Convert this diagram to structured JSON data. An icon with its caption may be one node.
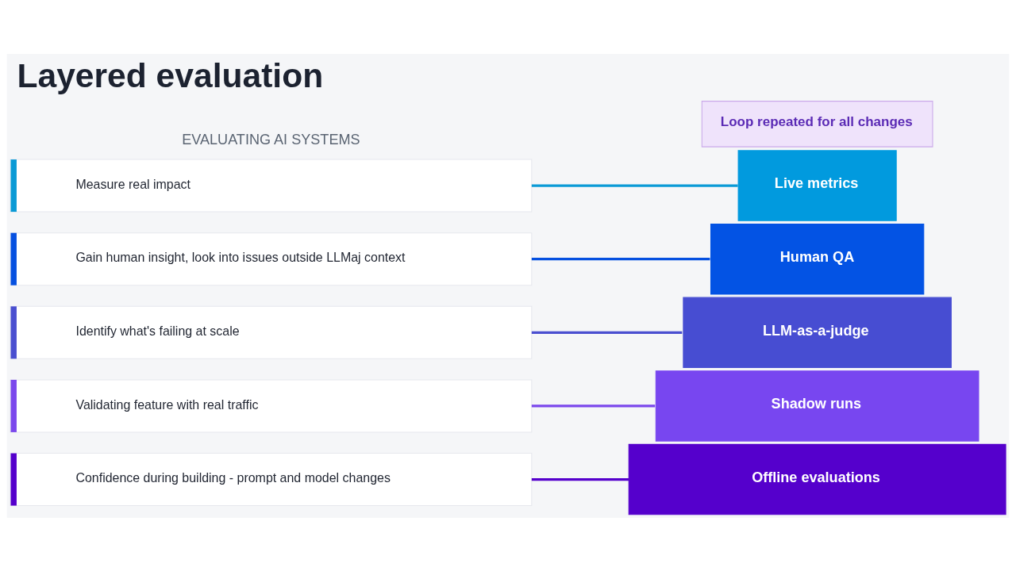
{
  "diagram": {
    "title": "Layered evaluation",
    "nodes": [
      {
        "text": [
          "Loop repeated for all changes"
        ]
      },
      {
        "text": [
          "Measure real impact"
        ]
      },
      {
        "text": [
          "Live metrics"
        ]
      },
      {
        "text": [
          "Gain human insight, look into issues outside LLMaj context"
        ]
      },
      {
        "text": [
          "Human QA"
        ]
      },
      {
        "text": [
          "Identify what's failing at scale"
        ]
      },
      {
        "text": [
          "LLM-as-a-judge"
        ]
      },
      {
        "text": [
          "Validating feature with real traffic"
        ]
      },
      {
        "text": [
          "Shadow runs"
        ]
      },
      {
        "text": [
          "Confidence during building - prompt and model changes"
        ]
      },
      {
        "text": [
          "Offline evaluations"
        ]
      }
    ],
    "edges": [
      {
        "from": 1,
        "to": 2,
        "arrow": "none",
        "color": "#0a9ad6"
      },
      {
        "from": 3,
        "to": 4,
        "arrow": "none",
        "color": "#0550e0"
      },
      {
        "from": 5,
        "to": 6,
        "arrow": "none",
        "color": "#4a4fd0"
      },
      {
        "from": 7,
        "to": 8,
        "arrow": "none",
        "color": "#7b48ec"
      },
      {
        "from": 9,
        "to": 10,
        "arrow": "none",
        "color": "#5500cc"
      }
    ],
    "labels": [
      "EVALUATING AI SYSTEMS"
    ]
  }
}
